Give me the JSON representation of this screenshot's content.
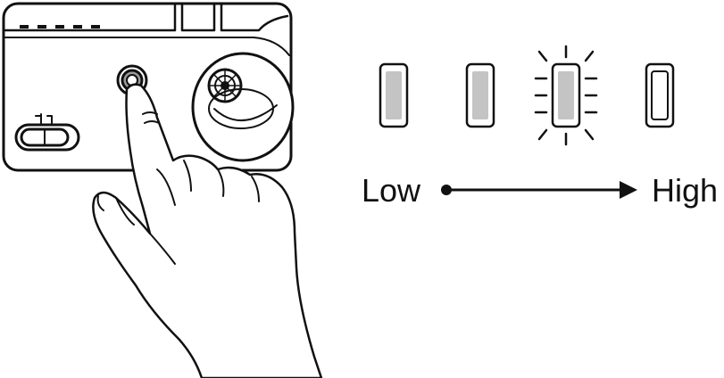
{
  "scale": {
    "low_label": "Low",
    "high_label": "High"
  },
  "indicator": {
    "levels": [
      {
        "fill": "filled"
      },
      {
        "fill": "filled"
      },
      {
        "fill": "filled-blinking"
      },
      {
        "fill": "empty"
      }
    ]
  },
  "colors": {
    "stroke": "#111111",
    "device_panel": "#ffffff",
    "indicator_fill": "#c4c4c4",
    "background": "#ffffff"
  },
  "icons": [
    "hand-pointer-icon",
    "power-button-icon",
    "joystick-icon",
    "toggle-switch-icon"
  ]
}
